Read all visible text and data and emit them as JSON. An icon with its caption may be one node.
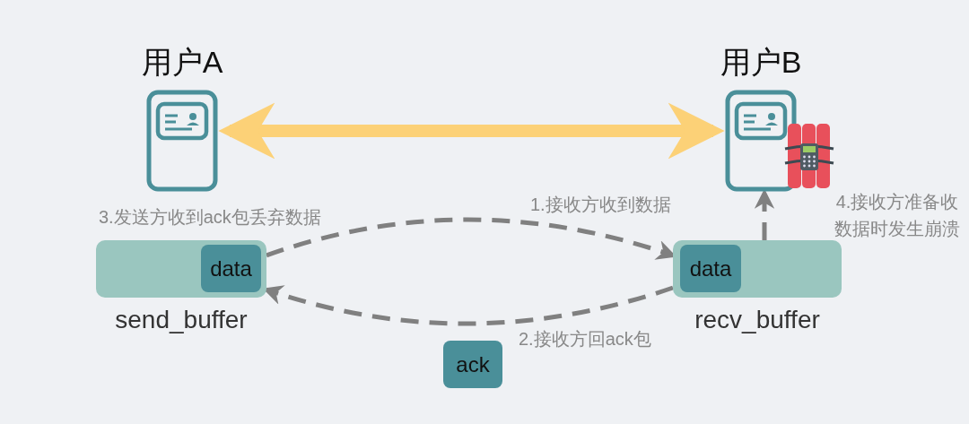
{
  "diagram": {
    "nodes": [
      {
        "text": [
          "用户A"
        ]
      },
      {
        "text": [
          "用户B"
        ]
      },
      {
        "text": [
          "send_buffer"
        ]
      },
      {
        "text": [
          "data"
        ],
        "in": 2
      },
      {
        "text": [
          "recv_buffer"
        ]
      },
      {
        "text": [
          "data"
        ],
        "in": 4
      },
      {
        "text": [
          "ack"
        ]
      }
    ],
    "edges": [
      {
        "from": 0,
        "to": 1,
        "arrow": "both",
        "style": "thick",
        "color": "#fcd177"
      },
      {
        "from": 2,
        "to": 4,
        "arrow": "to",
        "style": "dashed",
        "label": "1.接收方收到数据"
      },
      {
        "from": 4,
        "to": 2,
        "arrow": "to",
        "style": "dashed",
        "label": "2.接收方回ack包"
      },
      {
        "from": 4,
        "to": 1,
        "arrow": "to",
        "style": "dashed"
      }
    ],
    "labels": [
      "3.发送方收到ack包丢弃数据",
      "4.接收方准备收数据时发生崩溃"
    ]
  }
}
